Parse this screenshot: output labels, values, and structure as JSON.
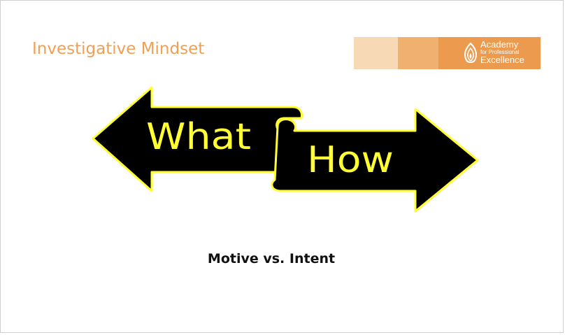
{
  "slide": {
    "title": "Investigative Mindset",
    "subtitle": "Motive vs. Intent"
  },
  "logo": {
    "line1": "Academy",
    "line2": "for Professional",
    "line3": "Excellence",
    "icon": "flame-emblem-icon"
  },
  "graphic": {
    "left_word": "What",
    "right_word": "How"
  },
  "colors": {
    "title": "#f0a055",
    "band_light": "#f7d9b6",
    "band_mid": "#f0b070",
    "band_dark": "#ec9a4e",
    "arrow_fill": "#000000",
    "arrow_outline": "#ffff33",
    "arrow_text": "#ffff33"
  }
}
